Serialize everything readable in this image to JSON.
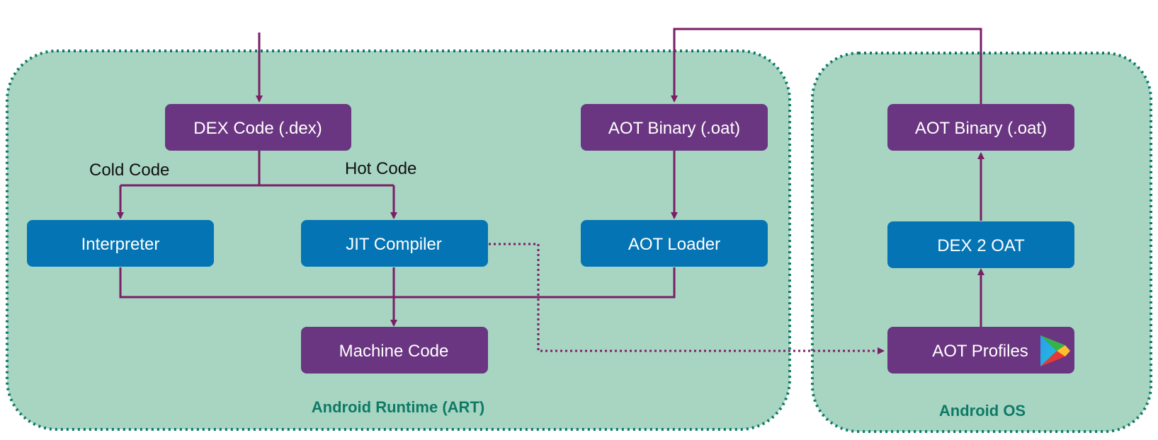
{
  "colors": {
    "group_fill": "#a7d5c2",
    "group_border": "#0e7a66",
    "group_label": "#0e7a66",
    "purple_node": "#6a3581",
    "blue_node": "#0574b4",
    "arrow": "#7b1e66"
  },
  "groups": {
    "art": {
      "label": "Android Runtime (ART)"
    },
    "os": {
      "label": "Android OS"
    }
  },
  "nodes": {
    "dex_code": "DEX Code (.dex)",
    "aot_binary_art": "AOT Binary (.oat)",
    "interpreter": "Interpreter",
    "jit_compiler": "JIT Compiler",
    "aot_loader": "AOT Loader",
    "machine_code": "Machine Code",
    "aot_binary_os": "AOT Binary (.oat)",
    "dex2oat": "DEX 2 OAT",
    "aot_profiles": "AOT Profiles"
  },
  "edge_labels": {
    "cold": "Cold Code",
    "hot": "Hot Code"
  },
  "icons": {
    "aot_profiles_badge": "google-play-icon"
  }
}
